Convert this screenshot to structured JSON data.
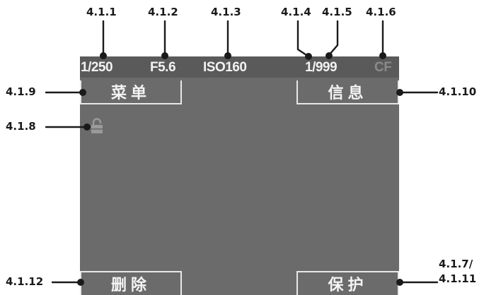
{
  "status_bar": {
    "shutter": "1/250",
    "aperture": "F5.6",
    "iso": "ISO160",
    "frame_counter": "1/999",
    "card": "CF"
  },
  "softkeys": {
    "top_left": "菜单",
    "top_right": "信息",
    "bottom_left": "删除",
    "bottom_right": "保护"
  },
  "icons": {
    "protect": "lock-icon"
  },
  "callouts": {
    "c1": "4.1.1",
    "c2": "4.1.2",
    "c3": "4.1.3",
    "c4": "4.1.4",
    "c5": "4.1.5",
    "c6": "4.1.6",
    "c7_line1": "4.1.7/",
    "c7_line2": "4.1.11",
    "c8": "4.1.8",
    "c9": "4.1.9",
    "c10": "4.1.10",
    "c12": "4.1.12"
  },
  "colors": {
    "screen": "#6b6b6b",
    "status_bar": "#5a5a5a",
    "text_light": "#f2f2f2",
    "text_dim": "#8a8a8a",
    "leader": "#1a1a1a"
  }
}
